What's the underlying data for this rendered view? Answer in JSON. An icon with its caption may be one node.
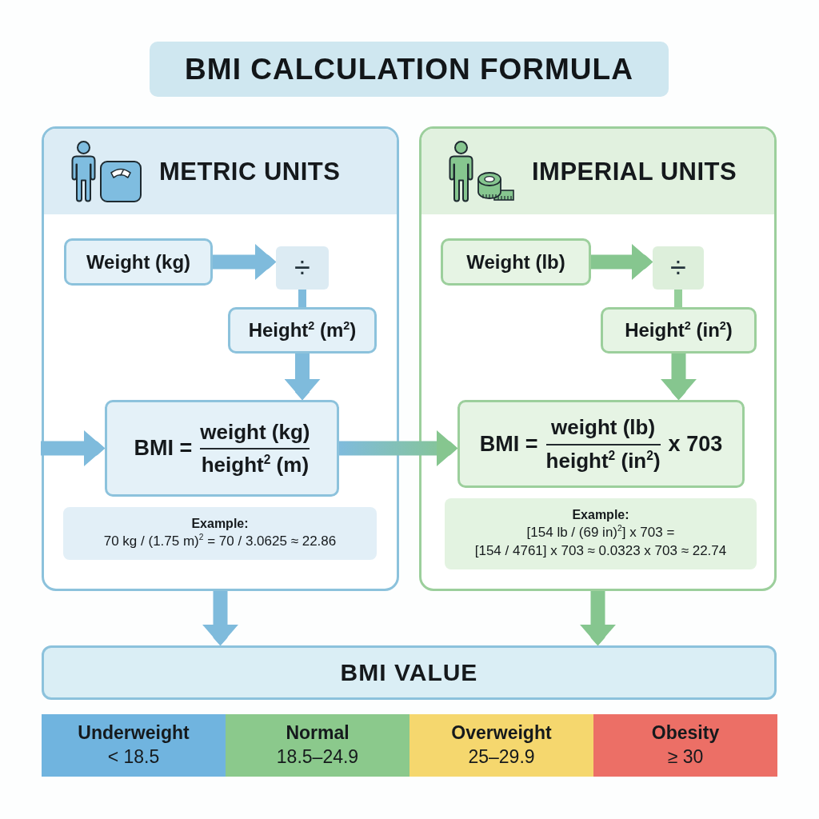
{
  "diagram": {
    "title": "BMI CALCULATION FORMULA",
    "nodes": [
      {
        "text": [
          "METRIC UNITS"
        ]
      },
      {
        "text": [
          "Weight (kg)"
        ],
        "in": 0
      },
      {
        "text": [
          "÷"
        ],
        "in": 0
      },
      {
        "text": [
          "Height$^{2}$ (m$^{2}$)"
        ],
        "in": 0
      },
      {
        "text": [
          "BMI =",
          "weight (kg)",
          "height$^{2}$ (m)"
        ],
        "in": 0
      },
      {
        "text": [
          "Example:",
          "70 kg / (1.75 m)$^{2}$ = 70 / 3.0625 ≈ 22.86"
        ],
        "in": 0
      },
      {
        "text": [
          "IMPERIAL UNITS"
        ]
      },
      {
        "text": [
          "Weight (lb)"
        ],
        "in": 6
      },
      {
        "text": [
          "÷"
        ],
        "in": 6
      },
      {
        "text": [
          "Height$^{2}$ (in$^{2}$)"
        ],
        "in": 6
      },
      {
        "text": [
          "BMI =",
          "weight (lb)",
          "height$^{2}$ (in$^{2}$)",
          "x 703"
        ],
        "in": 6
      },
      {
        "text": [
          "Example:",
          "[154 lb / (69 in)$^{2}$] x 703 =",
          "[154 / 4761] x 703 ≈ 0.0323 x 703 ≈ 22.74"
        ],
        "in": 6
      },
      {
        "text": [
          "BMI VALUE"
        ]
      },
      {
        "text": [
          "Underweight",
          "< 18.5"
        ]
      },
      {
        "text": [
          "Normal",
          "18.5–24.9"
        ]
      },
      {
        "text": [
          "Overweight",
          "25–29.9"
        ]
      },
      {
        "text": [
          "Obesity",
          "≥ 30"
        ]
      }
    ],
    "edges": [
      {
        "from": 1,
        "to": 2,
        "arrow": "to"
      },
      {
        "from": 2,
        "to": 3,
        "arrow": "none"
      },
      {
        "from": 3,
        "to": 4,
        "arrow": "to"
      },
      {
        "from": null,
        "to": 4,
        "arrow": "to"
      },
      {
        "from": 4,
        "to": 10,
        "arrow": "to"
      },
      {
        "from": 7,
        "to": 8,
        "arrow": "to",
        "color": "#86c68f"
      },
      {
        "from": 8,
        "to": 9,
        "arrow": "none",
        "color": "#95cf9a"
      },
      {
        "from": 9,
        "to": 10,
        "arrow": "to",
        "color": "#86c68f"
      },
      {
        "from": 0,
        "to": 12,
        "arrow": "to"
      },
      {
        "from": 6,
        "to": 12,
        "arrow": "to",
        "color": "#86c68f"
      }
    ]
  }
}
